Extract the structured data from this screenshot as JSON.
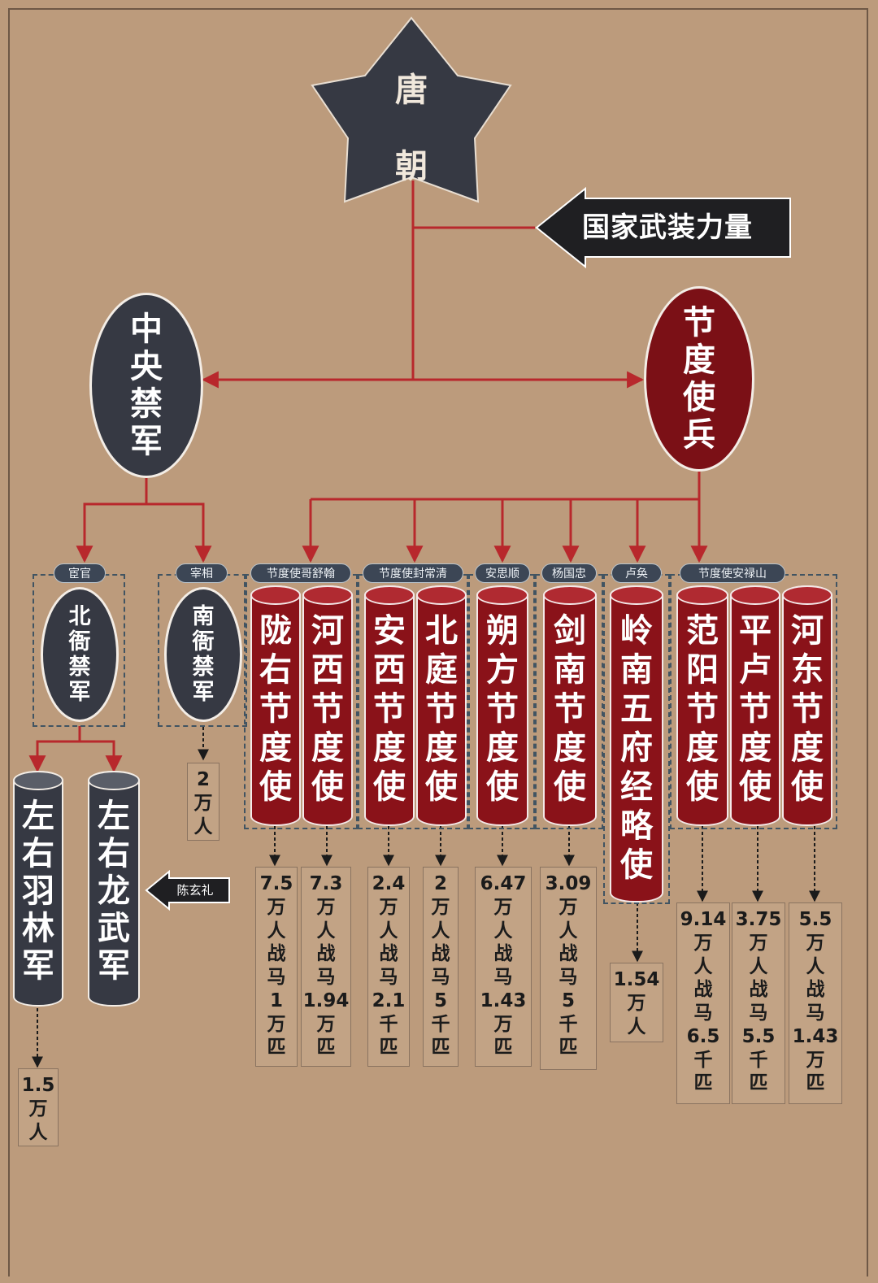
{
  "root": {
    "chars": [
      "唐",
      "朝"
    ]
  },
  "banner": {
    "label": "国家武装力量"
  },
  "central": {
    "chars": [
      "中",
      "央",
      "禁",
      "军"
    ]
  },
  "jiedu": {
    "chars": [
      "节",
      "度",
      "使",
      "兵"
    ]
  },
  "north": {
    "tag": "宦官",
    "chars": [
      "北",
      "衙",
      "禁",
      "军"
    ]
  },
  "south": {
    "tag": "宰相",
    "chars": [
      "南",
      "衙",
      "禁",
      "军"
    ],
    "stat": [
      "2",
      "万",
      "人"
    ]
  },
  "yulin": {
    "chars": [
      "左",
      "右",
      "羽",
      "林",
      "军"
    ],
    "stat": [
      "1.5",
      "万",
      "人"
    ]
  },
  "longwu": {
    "chars": [
      "左",
      "右",
      "龙",
      "武",
      "军"
    ]
  },
  "chen": {
    "label": "陈玄礼"
  },
  "commanders": {
    "geshu": "节度使哥舒翰",
    "feng": "节度使封常清",
    "ansishun": "安思顺",
    "yang": "杨国忠",
    "lu": "卢奂",
    "anlu": "节度使安禄山"
  },
  "jiedushi": [
    {
      "chars": [
        "陇",
        "右",
        "节",
        "度",
        "使"
      ],
      "stat": [
        "7.5",
        "万",
        "人",
        "战",
        "马",
        "1",
        "万",
        "匹"
      ]
    },
    {
      "chars": [
        "河",
        "西",
        "节",
        "度",
        "使"
      ],
      "stat": [
        "7.3",
        "万",
        "人",
        "战",
        "马",
        "1.94",
        "万",
        "匹"
      ]
    },
    {
      "chars": [
        "安",
        "西",
        "节",
        "度",
        "使"
      ],
      "stat": [
        "2.4",
        "万",
        "人",
        "战",
        "马",
        "2.1",
        "千",
        "匹"
      ]
    },
    {
      "chars": [
        "北",
        "庭",
        "节",
        "度",
        "使"
      ],
      "stat": [
        "2",
        "万",
        "人",
        "战",
        "马",
        "5",
        "千",
        "匹"
      ]
    },
    {
      "chars": [
        "朔",
        "方",
        "节",
        "度",
        "使"
      ],
      "stat": [
        "6.47",
        "万",
        "人",
        "战",
        "马",
        "1.43",
        "万",
        "匹"
      ]
    },
    {
      "chars": [
        "剑",
        "南",
        "节",
        "度",
        "使"
      ],
      "stat": [
        "3.09",
        "万",
        "人",
        "战",
        "马",
        "5",
        "千",
        "匹"
      ]
    },
    {
      "chars": [
        "岭",
        "南",
        "五",
        "府",
        "经",
        "略",
        "使"
      ],
      "stat": [
        "1.54",
        "万",
        "人"
      ]
    },
    {
      "chars": [
        "范",
        "阳",
        "节",
        "度",
        "使"
      ],
      "stat": [
        "9.14",
        "万",
        "人",
        "战",
        "马",
        "6.5",
        "千",
        "匹"
      ]
    },
    {
      "chars": [
        "平",
        "卢",
        "节",
        "度",
        "使"
      ],
      "stat": [
        "3.75",
        "万",
        "人",
        "战",
        "马",
        "5.5",
        "千",
        "匹"
      ]
    },
    {
      "chars": [
        "河",
        "东",
        "节",
        "度",
        "使"
      ],
      "stat": [
        "5.5",
        "万",
        "人",
        "战",
        "马",
        "1.43",
        "万",
        "匹"
      ]
    }
  ],
  "colors": {
    "background": "#bc9b7c",
    "dark_node": "#363943",
    "red_node": "#8a1219",
    "connector": "#b8282c",
    "group_border": "#415462"
  }
}
